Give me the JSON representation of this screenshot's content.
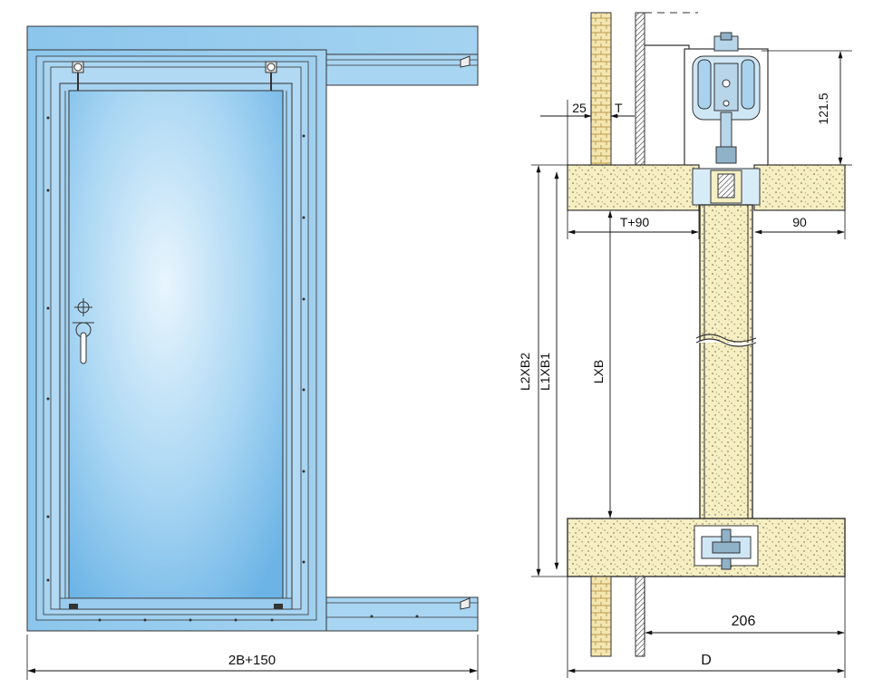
{
  "front_view": {
    "width_dimension": "2B+150"
  },
  "section_view": {
    "dim_top": "25",
    "dim_wall": "T",
    "dim_height": "121.5",
    "dim_left_offset": "T+90",
    "dim_right_offset": "90",
    "dim_l2xb2": "L2XB2",
    "dim_l1xb1": "L1XB1",
    "dim_lxb": "LXB",
    "dim_206": "206",
    "dim_d": "D"
  },
  "colors": {
    "frame_blue": "#8ec8ec",
    "glass_light": "#e2f2fc",
    "glass_dark": "#6cb4e6",
    "insulation": "#f5efc6",
    "steel_gray": "#b7d6ea"
  }
}
